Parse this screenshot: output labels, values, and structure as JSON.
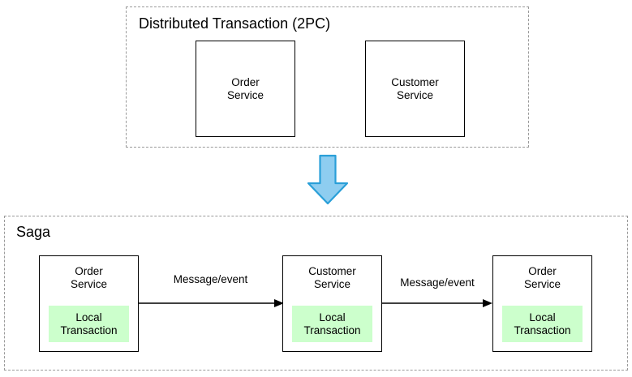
{
  "diagram": {
    "title_top": "Distributed Transaction (2PC)",
    "title_bottom": "Saga",
    "colors": {
      "local_transaction_fill": "#ccffcc",
      "big_arrow_fill": "#8ecdf0",
      "big_arrow_stroke": "#2a9fd8",
      "box_stroke": "#000000",
      "group_stroke": "#9a9a9a"
    }
  },
  "top_group": {
    "label": "Distributed Transaction (2PC)",
    "services": [
      {
        "name": "Order\nService"
      },
      {
        "name": "Customer\nService"
      }
    ]
  },
  "transition": {
    "icon": "down-arrow-icon"
  },
  "bottom_group": {
    "label": "Saga",
    "services": [
      {
        "name": "Order\nService",
        "local_transaction": "Local\nTransaction"
      },
      {
        "name": "Customer\nService",
        "local_transaction": "Local\nTransaction"
      },
      {
        "name": "Order\nService",
        "local_transaction": "Local\nTransaction"
      }
    ],
    "edges": [
      {
        "label": "Message/event"
      },
      {
        "label": "Message/event"
      }
    ]
  }
}
